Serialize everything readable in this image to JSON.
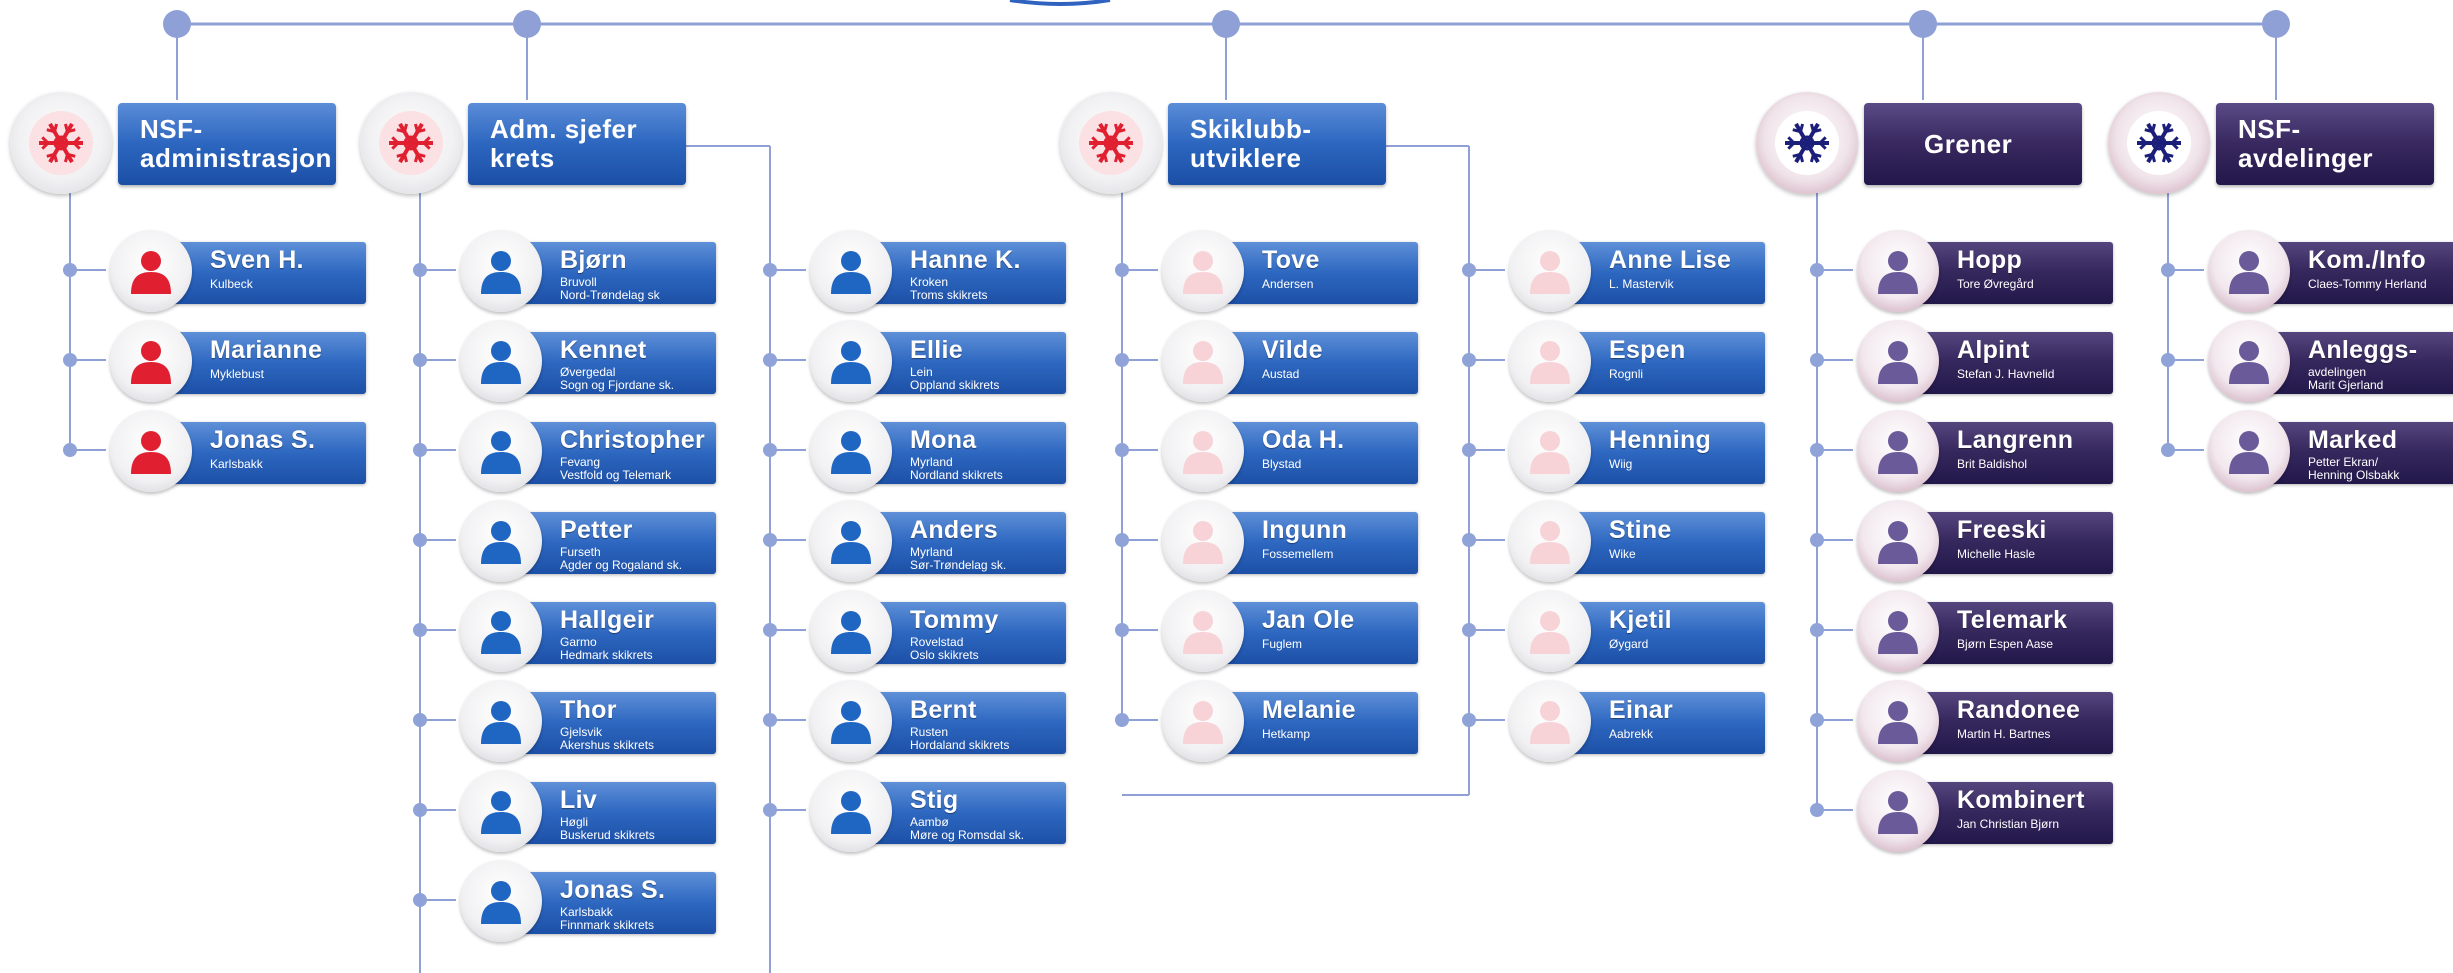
{
  "colors": {
    "red": "#e02030",
    "blue": "#1f66c2",
    "navy": "#1c1f7a",
    "purple": "#2f2358",
    "pink": "#f7d3d8",
    "connector": "#8ea0d6"
  },
  "groups": [
    {
      "title": "NSF-\nadministrasjon",
      "icon": "snowflake-icon",
      "theme": "blue",
      "members": [
        {
          "name": "Sven H.",
          "line1": "Kulbeck",
          "line2": "",
          "avatar": "person-icon-red"
        },
        {
          "name": "Marianne",
          "line1": "Myklebust",
          "line2": "",
          "avatar": "person-icon-red"
        },
        {
          "name": "Jonas S.",
          "line1": "Karlsbakk",
          "line2": "",
          "avatar": "person-icon-red"
        }
      ]
    },
    {
      "title": "Adm. sjefer\nkrets",
      "icon": "snowflake-icon",
      "theme": "blue",
      "members": [
        {
          "name": "Bjørn",
          "line1": "Bruvoll",
          "line2": "Nord-Trøndelag sk",
          "avatar": "person-icon-blue"
        },
        {
          "name": "Kennet",
          "line1": "Øvergedal",
          "line2": "Sogn og Fjordane sk.",
          "avatar": "person-icon-blue"
        },
        {
          "name": "Christopher",
          "line1": "Fevang",
          "line2": "Vestfold og Telemark",
          "avatar": "person-icon-blue"
        },
        {
          "name": "Petter",
          "line1": "Furseth",
          "line2": "Agder og Rogaland sk.",
          "avatar": "person-icon-blue"
        },
        {
          "name": "Hallgeir",
          "line1": "Garmo",
          "line2": "Hedmark skikrets",
          "avatar": "person-icon-blue"
        },
        {
          "name": "Thor",
          "line1": "Gjelsvik",
          "line2": "Akershus skikrets",
          "avatar": "person-icon-blue"
        },
        {
          "name": "Liv",
          "line1": "Høgli",
          "line2": "Buskerud skikrets",
          "avatar": "person-icon-blue"
        },
        {
          "name": "Jonas S.",
          "line1": "Karlsbakk",
          "line2": "Finnmark skikrets",
          "avatar": "person-icon-blue"
        },
        {
          "name": "Hanne K.",
          "line1": "Kroken",
          "line2": "Troms skikrets",
          "avatar": "person-icon-blue"
        },
        {
          "name": "Ellie",
          "line1": "Lein",
          "line2": "Oppland skikrets",
          "avatar": "person-icon-blue"
        },
        {
          "name": "Mona",
          "line1": "Myrland",
          "line2": "Nordland skikrets",
          "avatar": "person-icon-blue"
        },
        {
          "name": "Anders",
          "line1": "Myrland",
          "line2": "Sør-Trøndelag sk.",
          "avatar": "person-icon-blue"
        },
        {
          "name": "Tommy",
          "line1": "Rovelstad",
          "line2": "Oslo skikrets",
          "avatar": "person-icon-blue"
        },
        {
          "name": "Bernt",
          "line1": "Rusten",
          "line2": "Hordaland skikrets",
          "avatar": "person-icon-blue"
        },
        {
          "name": "Stig",
          "line1": "Aambø",
          "line2": "Møre og Romsdal sk.",
          "avatar": "person-icon-blue"
        }
      ]
    },
    {
      "title": "Skiklubb-\nutviklere",
      "icon": "snowflake-icon",
      "theme": "blue",
      "members": [
        {
          "name": "Tove",
          "line1": "Andersen",
          "line2": "",
          "avatar": "person-icon-pink"
        },
        {
          "name": "Vilde",
          "line1": "Austad",
          "line2": "",
          "avatar": "person-icon-pink"
        },
        {
          "name": "Oda H.",
          "line1": "Blystad",
          "line2": "",
          "avatar": "person-icon-pink"
        },
        {
          "name": "Ingunn",
          "line1": "Fossemellem",
          "line2": "",
          "avatar": "person-icon-pink"
        },
        {
          "name": "Jan Ole",
          "line1": "Fuglem",
          "line2": "",
          "avatar": "person-icon-pink"
        },
        {
          "name": "Melanie",
          "line1": "Hetkamp",
          "line2": "",
          "avatar": "person-icon-pink"
        },
        {
          "name": "Anne Lise",
          "line1": "L. Mastervik",
          "line2": "",
          "avatar": "person-icon-pink"
        },
        {
          "name": "Espen",
          "line1": "Rognli",
          "line2": "",
          "avatar": "person-icon-pink"
        },
        {
          "name": "Henning",
          "line1": "Wiig",
          "line2": "",
          "avatar": "person-icon-pink"
        },
        {
          "name": "Stine",
          "line1": "Wike",
          "line2": "",
          "avatar": "person-icon-pink"
        },
        {
          "name": "Kjetil",
          "line1": "Øygard",
          "line2": "",
          "avatar": "person-icon-pink"
        },
        {
          "name": "Einar",
          "line1": "Aabrekk",
          "line2": "",
          "avatar": "person-icon-pink"
        }
      ]
    },
    {
      "title": "Grener",
      "icon": "snowflake-icon",
      "theme": "purple",
      "members": [
        {
          "name": "Hopp",
          "line1": "Tore Øvregård",
          "line2": "",
          "avatar": "person-icon-purple"
        },
        {
          "name": "Alpint",
          "line1": "Stefan J. Havnelid",
          "line2": "",
          "avatar": "person-icon-purple"
        },
        {
          "name": "Langrenn",
          "line1": "Brit Baldishol",
          "line2": "",
          "avatar": "person-icon-purple"
        },
        {
          "name": "Freeski",
          "line1": "Michelle Hasle",
          "line2": "",
          "avatar": "person-icon-purple"
        },
        {
          "name": "Telemark",
          "line1": "Bjørn Espen Aase",
          "line2": "",
          "avatar": "person-icon-purple"
        },
        {
          "name": "Randonee",
          "line1": "Martin H. Bartnes",
          "line2": "",
          "avatar": "person-icon-purple"
        },
        {
          "name": "Kombinert",
          "line1": "Jan Christian Bjørn",
          "line2": "",
          "avatar": "person-icon-purple"
        }
      ]
    },
    {
      "title": "NSF-\navdelinger",
      "icon": "snowflake-icon",
      "theme": "purple",
      "members": [
        {
          "name": "Kom./Info",
          "line1": "Claes-Tommy Herland",
          "line2": "",
          "avatar": "person-icon-purple"
        },
        {
          "name": "Anleggs-",
          "line1": "avdelingen",
          "line2": "Marit Gjerland",
          "avatar": "person-icon-purple"
        },
        {
          "name": "Marked",
          "line1": "Petter Ekran/",
          "line2": "Henning Olsbakk",
          "avatar": "person-icon-purple"
        }
      ]
    }
  ]
}
